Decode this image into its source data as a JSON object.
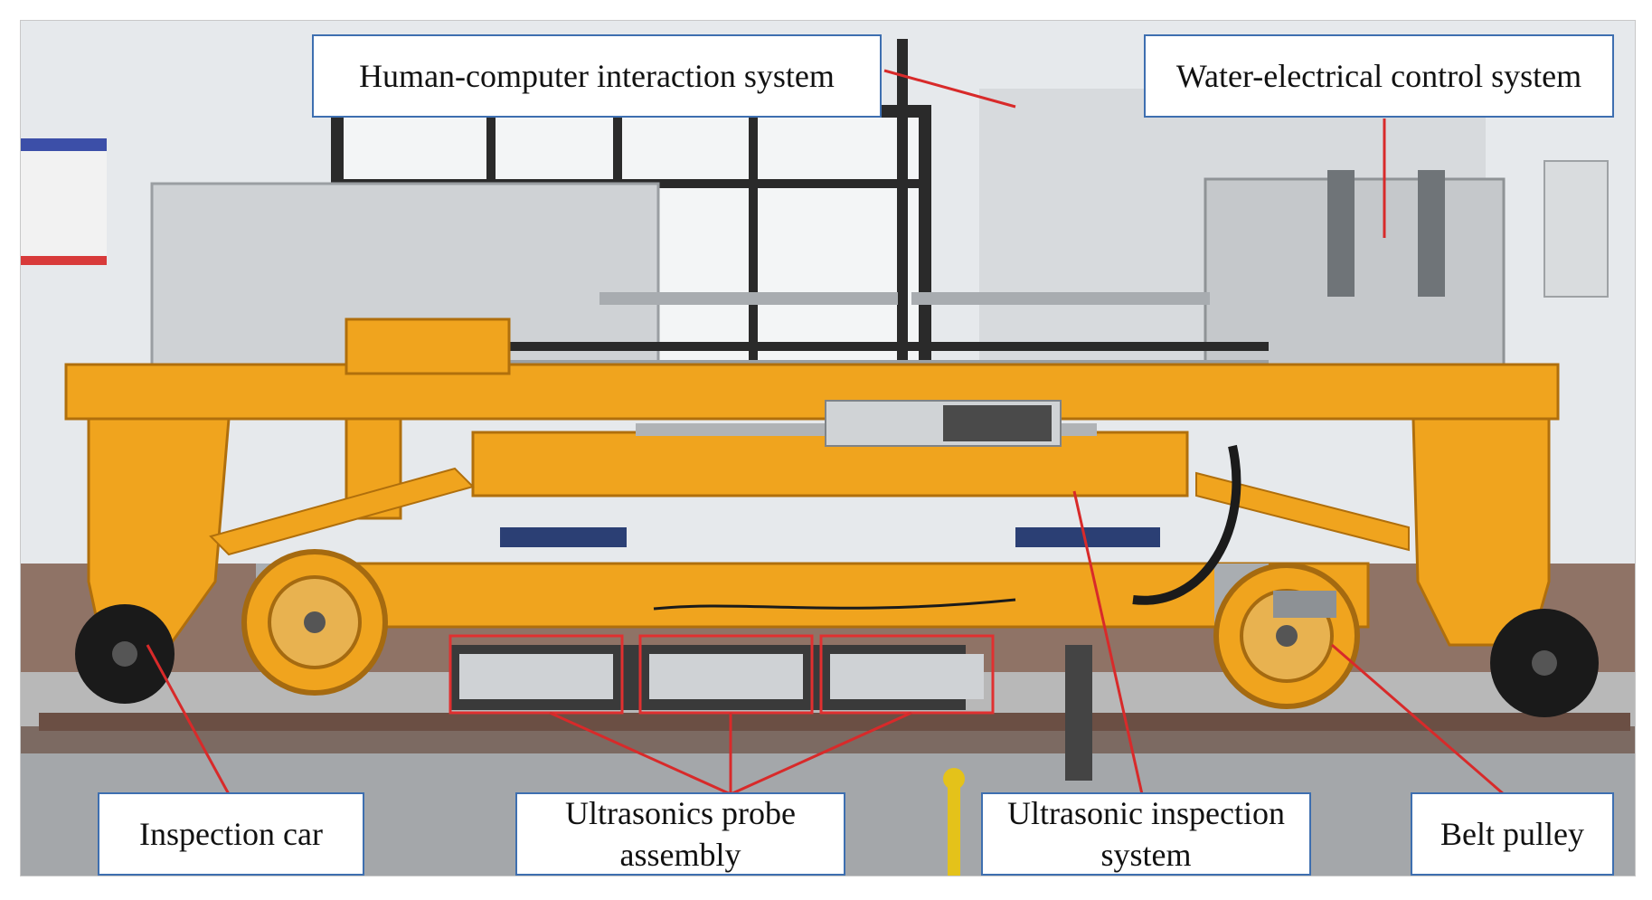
{
  "labels": {
    "hci": "Human-computer interaction system",
    "water": "Water-electrical control system",
    "car": "Inspection car",
    "probe": "Ultrasonics probe assembly",
    "inspection": "Ultrasonic inspection system",
    "belt": "Belt pulley"
  },
  "colors": {
    "frame_orange": "#f0a41e",
    "rail": "#8a6a55",
    "leader_line": "#d82a2a",
    "callout_border": "#3e6fb0",
    "probe_box": "#e03030"
  }
}
